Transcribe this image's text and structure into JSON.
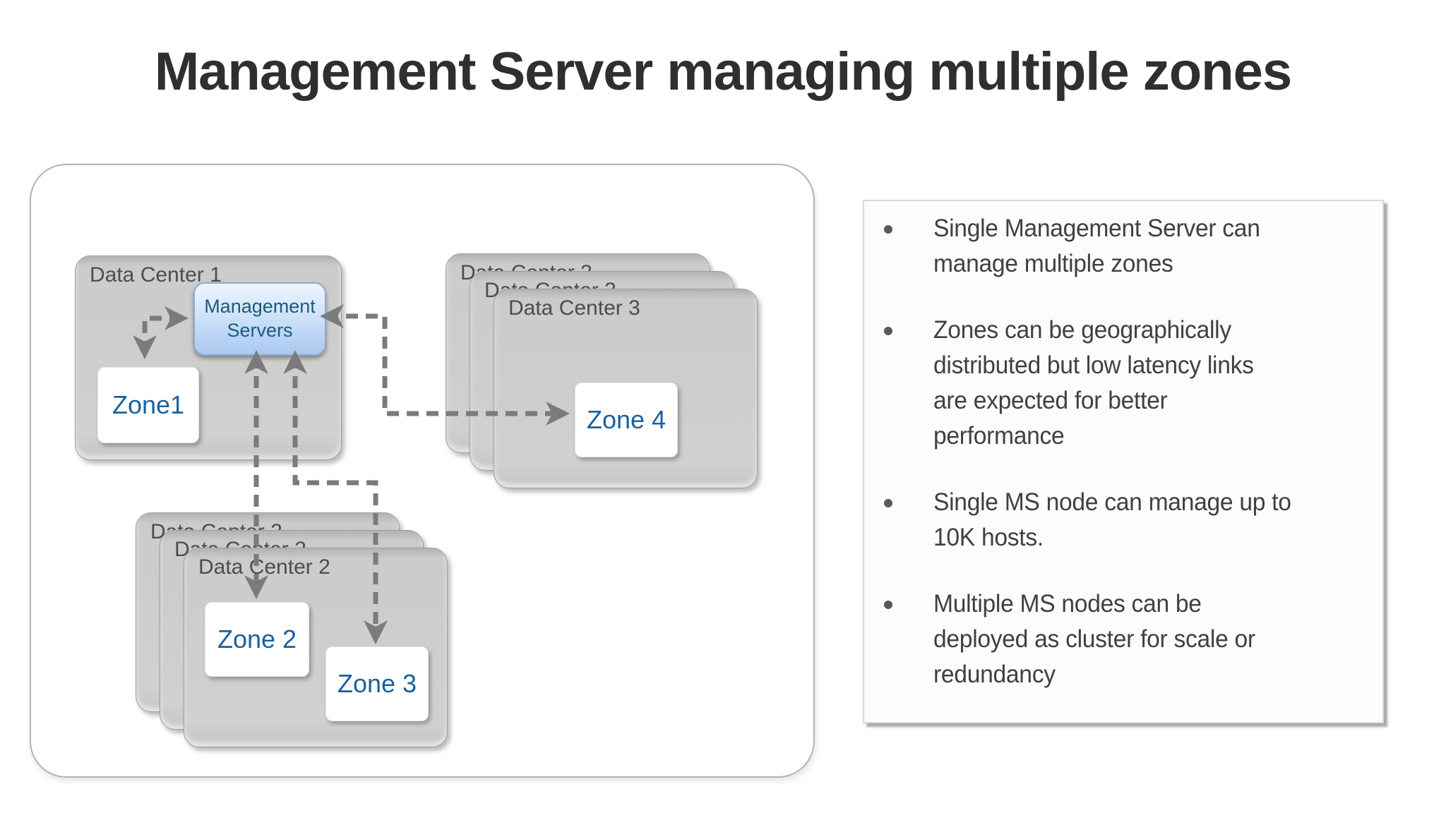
{
  "title": "Management Server managing multiple zones",
  "diagram": {
    "dc1": {
      "label": "Data Center 1"
    },
    "dc2": {
      "label": "Data Center 2"
    },
    "dc3": {
      "label": "Data Center 3"
    },
    "management_servers": {
      "label": "Management Servers"
    },
    "zone1": {
      "label": "Zone1"
    },
    "zone2": {
      "label": "Zone 2"
    },
    "zone3": {
      "label": "Zone 3"
    },
    "zone4": {
      "label": "Zone 4"
    }
  },
  "notes": {
    "bullets": [
      "Single Management Server can\nmanage multiple zones",
      "Zones can be geographically\ndistributed but low latency links\nare expected for better\nperformance",
      "Single MS node can manage up to\n10K hosts.",
      "Multiple MS nodes can be\ndeployed as cluster for scale or\nredundancy"
    ]
  },
  "colors": {
    "title_text": "#2f2f2f",
    "dc_label_text": "#4d4d4d",
    "zone_text": "#1b609f",
    "management_text": "#1a5b7e",
    "bullet_text": "#404040",
    "arrow": "#7b7b7b",
    "ms_box_top": "#eef5fe",
    "ms_box_bottom": "#a9c8f0",
    "card_fill": "#d0d0d0"
  }
}
